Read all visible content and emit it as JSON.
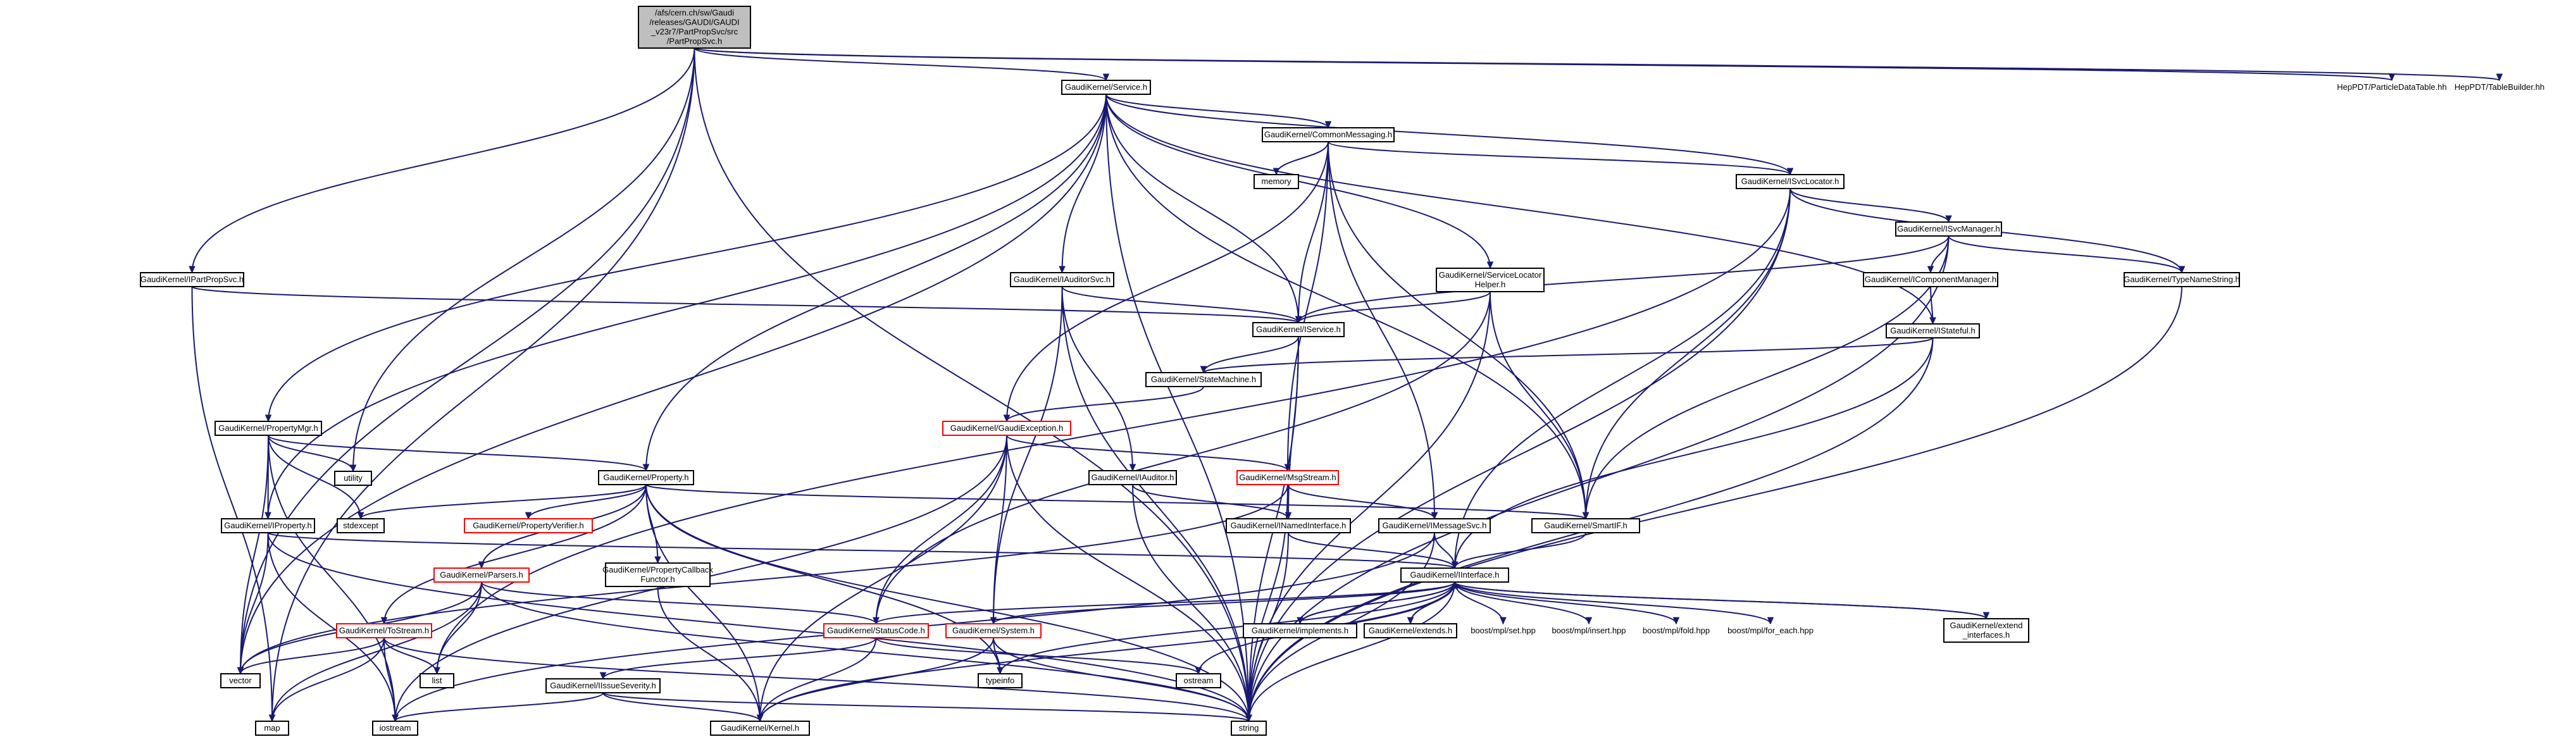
{
  "colors": {
    "edge": "#191970",
    "node_border": "#000000",
    "root_fill": "#bfbfbf",
    "incomplete_border": "#ff0000"
  },
  "nodes": [
    {
      "id": "root",
      "lines": [
        "/afs/cern.ch/sw/Gaudi",
        "/releases/GAUDI/GAUDI",
        "_v23r7/PartPropSvc/src",
        "/PartPropSvc.h"
      ],
      "style": "root"
    },
    {
      "id": "service",
      "lines": [
        "GaudiKernel/Service.h"
      ]
    },
    {
      "id": "hepPDT_particle",
      "lines": [
        "HepPDT/ParticleDataTable.hh"
      ],
      "style": "nolink"
    },
    {
      "id": "hepPDT_table",
      "lines": [
        "HepPDT/TableBuilder.hh"
      ],
      "style": "nolink"
    },
    {
      "id": "commonMessaging",
      "lines": [
        "GaudiKernel/CommonMessaging.h"
      ]
    },
    {
      "id": "memory",
      "lines": [
        "memory"
      ]
    },
    {
      "id": "iSvcLocator",
      "lines": [
        "GaudiKernel/ISvcLocator.h"
      ]
    },
    {
      "id": "iSvcManager",
      "lines": [
        "GaudiKernel/ISvcManager.h"
      ]
    },
    {
      "id": "iComponentManager",
      "lines": [
        "GaudiKernel/IComponentManager.h"
      ]
    },
    {
      "id": "typeNameString",
      "lines": [
        "GaudiKernel/TypeNameString.h"
      ]
    },
    {
      "id": "iPartPropSvc",
      "lines": [
        "GaudiKernel/IPartPropSvc.h"
      ]
    },
    {
      "id": "iAuditorSvc",
      "lines": [
        "GaudiKernel/IAuditorSvc.h"
      ]
    },
    {
      "id": "serviceLocatorHelper",
      "lines": [
        "GaudiKernel/ServiceLocator",
        "Helper.h"
      ]
    },
    {
      "id": "iService",
      "lines": [
        "GaudiKernel/IService.h"
      ]
    },
    {
      "id": "iStateful",
      "lines": [
        "GaudiKernel/IStateful.h"
      ]
    },
    {
      "id": "stateMachine",
      "lines": [
        "GaudiKernel/StateMachine.h"
      ]
    },
    {
      "id": "gaudiException",
      "lines": [
        "GaudiKernel/GaudiException.h"
      ],
      "style": "red"
    },
    {
      "id": "propertyMgr",
      "lines": [
        "GaudiKernel/PropertyMgr.h"
      ]
    },
    {
      "id": "utility",
      "lines": [
        "utility"
      ]
    },
    {
      "id": "property",
      "lines": [
        "GaudiKernel/Property.h"
      ]
    },
    {
      "id": "iAuditor",
      "lines": [
        "GaudiKernel/IAuditor.h"
      ]
    },
    {
      "id": "msgStream",
      "lines": [
        "GaudiKernel/MsgStream.h"
      ],
      "style": "red"
    },
    {
      "id": "iProperty",
      "lines": [
        "GaudiKernel/IProperty.h"
      ]
    },
    {
      "id": "stdexcept",
      "lines": [
        "stdexcept"
      ]
    },
    {
      "id": "propertyVerifier",
      "lines": [
        "GaudiKernel/PropertyVerifier.h"
      ],
      "style": "red"
    },
    {
      "id": "iNamedInterface",
      "lines": [
        "GaudiKernel/INamedInterface.h"
      ]
    },
    {
      "id": "iMessageSvc",
      "lines": [
        "GaudiKernel/IMessageSvc.h"
      ]
    },
    {
      "id": "smartIF",
      "lines": [
        "GaudiKernel/SmartIF.h"
      ]
    },
    {
      "id": "parsers",
      "lines": [
        "GaudiKernel/Parsers.h"
      ],
      "style": "red"
    },
    {
      "id": "propertyCallbackFunctor",
      "lines": [
        "GaudiKernel/PropertyCallback",
        "Functor.h"
      ]
    },
    {
      "id": "iInterface",
      "lines": [
        "GaudiKernel/IInterface.h"
      ]
    },
    {
      "id": "toStream",
      "lines": [
        "GaudiKernel/ToStream.h"
      ],
      "style": "red"
    },
    {
      "id": "statusCode",
      "lines": [
        "GaudiKernel/StatusCode.h"
      ],
      "style": "red"
    },
    {
      "id": "system",
      "lines": [
        "GaudiKernel/System.h"
      ],
      "style": "red"
    },
    {
      "id": "implements",
      "lines": [
        "GaudiKernel/implements.h"
      ]
    },
    {
      "id": "extends",
      "lines": [
        "GaudiKernel/extends.h"
      ]
    },
    {
      "id": "boostSet",
      "lines": [
        "boost/mpl/set.hpp"
      ],
      "style": "nolink"
    },
    {
      "id": "boostInsert",
      "lines": [
        "boost/mpl/insert.hpp"
      ],
      "style": "nolink"
    },
    {
      "id": "boostFold",
      "lines": [
        "boost/mpl/fold.hpp"
      ],
      "style": "nolink"
    },
    {
      "id": "boostForEach",
      "lines": [
        "boost/mpl/for_each.hpp"
      ],
      "style": "nolink"
    },
    {
      "id": "extendInterfaces",
      "lines": [
        "GaudiKernel/extend",
        "_interfaces.h"
      ]
    },
    {
      "id": "vector",
      "lines": [
        "vector"
      ]
    },
    {
      "id": "list",
      "lines": [
        "list"
      ]
    },
    {
      "id": "typeinfo",
      "lines": [
        "typeinfo"
      ]
    },
    {
      "id": "ostream",
      "lines": [
        "ostream"
      ]
    },
    {
      "id": "iIssueSeverity",
      "lines": [
        "GaudiKernel/IIssueSeverity.h"
      ]
    },
    {
      "id": "map",
      "lines": [
        "map"
      ]
    },
    {
      "id": "iostream",
      "lines": [
        "iostream"
      ]
    },
    {
      "id": "kernel",
      "lines": [
        "GaudiKernel/Kernel.h"
      ]
    },
    {
      "id": "string",
      "lines": [
        "string"
      ]
    }
  ]
}
